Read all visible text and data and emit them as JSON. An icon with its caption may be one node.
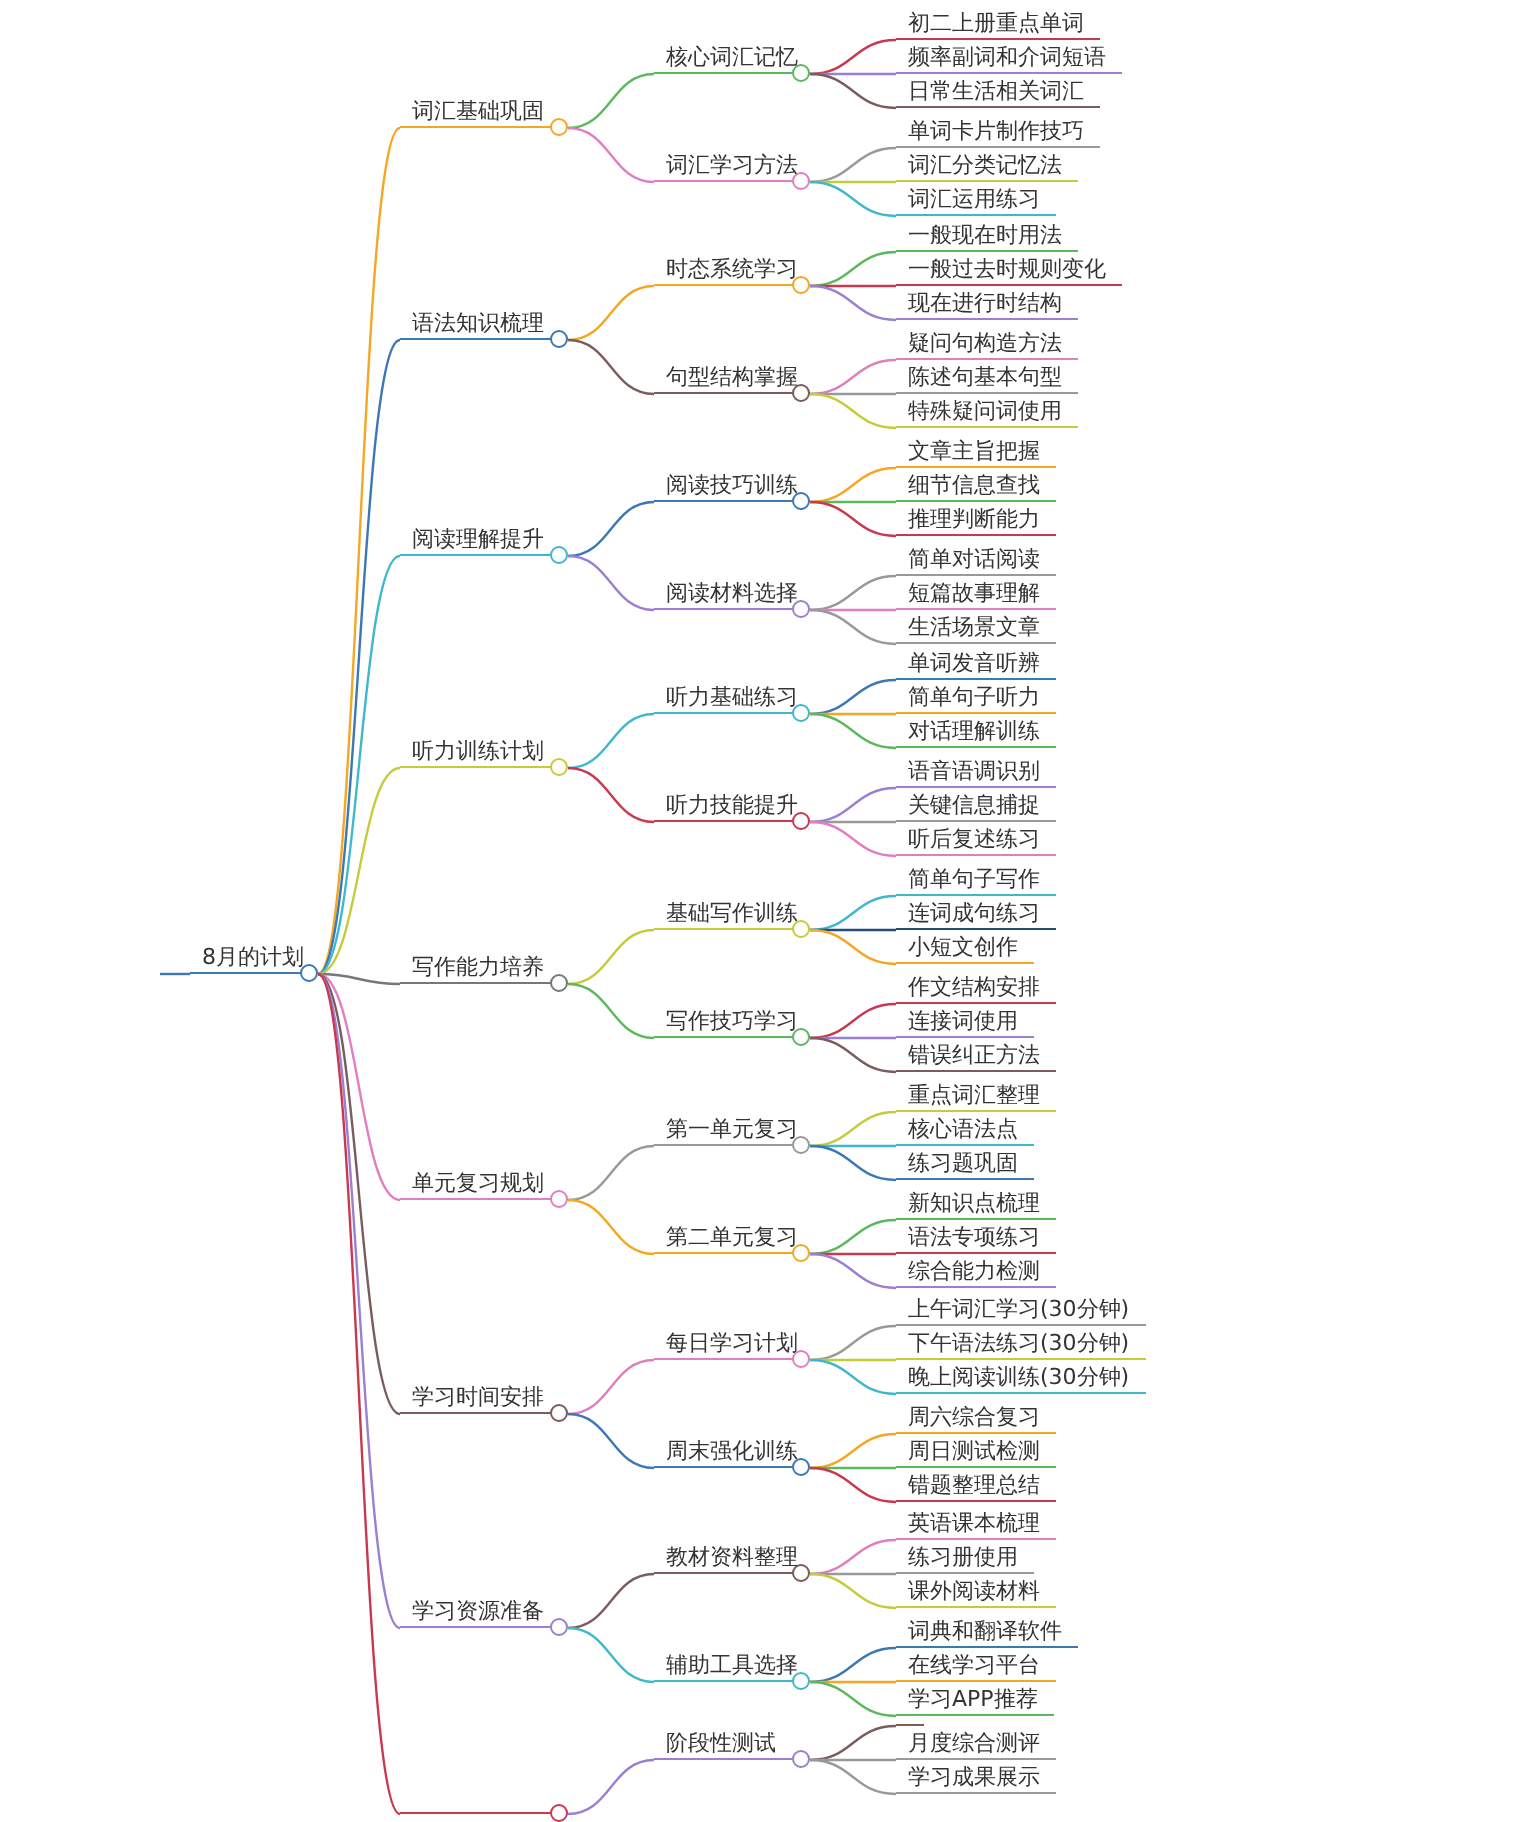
{
  "diagram": {
    "nodes": [
      {
        "text": [
          "8月的计划"
        ]
      },
      {
        "text": [
          "词汇基础巩固"
        ]
      },
      {
        "text": [
          "核心词汇记忆"
        ]
      },
      {
        "text": [
          "初二上册重点单词"
        ]
      },
      {
        "text": [
          "频率副词和介词短语"
        ]
      },
      {
        "text": [
          "日常生活相关词汇"
        ]
      },
      {
        "text": [
          "词汇学习方法"
        ]
      },
      {
        "text": [
          "单词卡片制作技巧"
        ]
      },
      {
        "text": [
          "词汇分类记忆法"
        ]
      },
      {
        "text": [
          "词汇运用练习"
        ]
      },
      {
        "text": [
          "语法知识梳理"
        ]
      },
      {
        "text": [
          "时态系统学习"
        ]
      },
      {
        "text": [
          "一般现在时用法"
        ]
      },
      {
        "text": [
          "一般过去时规则变化"
        ]
      },
      {
        "text": [
          "现在进行时结构"
        ]
      },
      {
        "text": [
          "句型结构掌握"
        ]
      },
      {
        "text": [
          "疑问句构造方法"
        ]
      },
      {
        "text": [
          "陈述句基本句型"
        ]
      },
      {
        "text": [
          "特殊疑问词使用"
        ]
      },
      {
        "text": [
          "阅读理解提升"
        ]
      },
      {
        "text": [
          "阅读技巧训练"
        ]
      },
      {
        "text": [
          "文章主旨把握"
        ]
      },
      {
        "text": [
          "细节信息查找"
        ]
      },
      {
        "text": [
          "推理判断能力"
        ]
      },
      {
        "text": [
          "阅读材料选择"
        ]
      },
      {
        "text": [
          "简单对话阅读"
        ]
      },
      {
        "text": [
          "短篇故事理解"
        ]
      },
      {
        "text": [
          "生活场景文章"
        ]
      },
      {
        "text": [
          "听力训练计划"
        ]
      },
      {
        "text": [
          "听力基础练习"
        ]
      },
      {
        "text": [
          "单词发音听辨"
        ]
      },
      {
        "text": [
          "简单句子听力"
        ]
      },
      {
        "text": [
          "对话理解训练"
        ]
      },
      {
        "text": [
          "听力技能提升"
        ]
      },
      {
        "text": [
          "语音语调识别"
        ]
      },
      {
        "text": [
          "关键信息捕捉"
        ]
      },
      {
        "text": [
          "听后复述练习"
        ]
      },
      {
        "text": [
          "写作能力培养"
        ]
      },
      {
        "text": [
          "基础写作训练"
        ]
      },
      {
        "text": [
          "简单句子写作"
        ]
      },
      {
        "text": [
          "连词成句练习"
        ]
      },
      {
        "text": [
          "小短文创作"
        ]
      },
      {
        "text": [
          "写作技巧学习"
        ]
      },
      {
        "text": [
          "作文结构安排"
        ]
      },
      {
        "text": [
          "连接词使用"
        ]
      },
      {
        "text": [
          "错误纠正方法"
        ]
      },
      {
        "text": [
          "单元复习规划"
        ]
      },
      {
        "text": [
          "第一单元复习"
        ]
      },
      {
        "text": [
          "重点词汇整理"
        ]
      },
      {
        "text": [
          "核心语法点"
        ]
      },
      {
        "text": [
          "练习题巩固"
        ]
      },
      {
        "text": [
          "第二单元复习"
        ]
      },
      {
        "text": [
          "新知识点梳理"
        ]
      },
      {
        "text": [
          "语法专项练习"
        ]
      },
      {
        "text": [
          "综合能力检测"
        ]
      },
      {
        "text": [
          "学习时间安排"
        ]
      },
      {
        "text": [
          "每日学习计划"
        ]
      },
      {
        "text": [
          "上午词汇学习(30分钟)"
        ]
      },
      {
        "text": [
          "下午语法练习(30分钟)"
        ]
      },
      {
        "text": [
          "晚上阅读训练(30分钟)"
        ]
      },
      {
        "text": [
          "周末强化训练"
        ]
      },
      {
        "text": [
          "周六综合复习"
        ]
      },
      {
        "text": [
          "周日测试检测"
        ]
      },
      {
        "text": [
          "错题整理总结"
        ]
      },
      {
        "text": [
          "学习资源准备"
        ]
      },
      {
        "text": [
          "教材资料整理"
        ]
      },
      {
        "text": [
          "英语课本梳理"
        ]
      },
      {
        "text": [
          "练习册使用"
        ]
      },
      {
        "text": [
          "课外阅读材料"
        ]
      },
      {
        "text": [
          "辅助工具选择"
        ]
      },
      {
        "text": [
          "词典和翻译软件"
        ]
      },
      {
        "text": [
          "在线学习平台"
        ]
      },
      {
        "text": [
          "学习APP推荐"
        ]
      },
      {
        "text": [],
        "shape": "bar"
      },
      {
        "text": [
          "阶段性测试"
        ]
      },
      {
        "text": [],
        "shape": "bar"
      },
      {
        "text": [
          "月度综合测评"
        ]
      },
      {
        "text": [
          "学习成果展示"
        ]
      }
    ],
    "edges": [
      {
        "from": 0,
        "to": 1,
        "arrow": "none",
        "color": "#f5a623"
      },
      {
        "from": 1,
        "to": 2,
        "arrow": "none",
        "color": "#5cb85c"
      },
      {
        "from": 2,
        "to": 3,
        "arrow": "none",
        "color": "#c9384e"
      },
      {
        "from": 2,
        "to": 4,
        "arrow": "none",
        "color": "#9b7fd0"
      },
      {
        "from": 2,
        "to": 5,
        "arrow": "none",
        "color": "#7a5c5c"
      },
      {
        "from": 1,
        "to": 6,
        "arrow": "none",
        "color": "#e07fbf"
      },
      {
        "from": 6,
        "to": 7,
        "arrow": "none",
        "color": "#999999"
      },
      {
        "from": 6,
        "to": 8,
        "arrow": "none",
        "color": "#c5cc3c"
      },
      {
        "from": 6,
        "to": 9,
        "arrow": "none",
        "color": "#3fb8cf"
      },
      {
        "from": 0,
        "to": 10,
        "arrow": "none",
        "color": "#3b78b5"
      },
      {
        "from": 10,
        "to": 11,
        "arrow": "none",
        "color": "#f5a623"
      },
      {
        "from": 11,
        "to": 12,
        "arrow": "none",
        "color": "#5cb85c"
      },
      {
        "from": 11,
        "to": 13,
        "arrow": "none",
        "color": "#c9384e"
      },
      {
        "from": 11,
        "to": 14,
        "arrow": "none",
        "color": "#9b7fd0"
      },
      {
        "from": 10,
        "to": 15,
        "arrow": "none",
        "color": "#7a5c5c"
      },
      {
        "from": 15,
        "to": 16,
        "arrow": "none",
        "color": "#e07fbf"
      },
      {
        "from": 15,
        "to": 17,
        "arrow": "none",
        "color": "#999999"
      },
      {
        "from": 15,
        "to": 18,
        "arrow": "none",
        "color": "#c5cc3c"
      },
      {
        "from": 0,
        "to": 19,
        "arrow": "none",
        "color": "#3fb8cf"
      },
      {
        "from": 19,
        "to": 20,
        "arrow": "none",
        "color": "#3b78b5"
      },
      {
        "from": 20,
        "to": 21,
        "arrow": "none",
        "color": "#f5a623"
      },
      {
        "from": 20,
        "to": 22,
        "arrow": "none",
        "color": "#5cb85c"
      },
      {
        "from": 20,
        "to": 23,
        "arrow": "none",
        "color": "#c9384e"
      },
      {
        "from": 19,
        "to": 24,
        "arrow": "none",
        "color": "#9b7fd0"
      },
      {
        "from": 24,
        "to": 25,
        "arrow": "none",
        "color": "#999999"
      },
      {
        "from": 24,
        "to": 26,
        "arrow": "none",
        "color": "#e07fbf"
      },
      {
        "from": 24,
        "to": 27,
        "arrow": "none",
        "color": "#999999"
      },
      {
        "from": 0,
        "to": 28,
        "arrow": "none",
        "color": "#c5cc3c"
      },
      {
        "from": 28,
        "to": 29,
        "arrow": "none",
        "color": "#3fb8cf"
      },
      {
        "from": 29,
        "to": 30,
        "arrow": "none",
        "color": "#3b78b5"
      },
      {
        "from": 29,
        "to": 31,
        "arrow": "none",
        "color": "#f5a623"
      },
      {
        "from": 29,
        "to": 32,
        "arrow": "none",
        "color": "#5cb85c"
      },
      {
        "from": 28,
        "to": 33,
        "arrow": "none",
        "color": "#c9384e"
      },
      {
        "from": 33,
        "to": 34,
        "arrow": "none",
        "color": "#9b7fd0"
      },
      {
        "from": 33,
        "to": 35,
        "arrow": "none",
        "color": "#999999"
      },
      {
        "from": 33,
        "to": 36,
        "arrow": "none",
        "color": "#e07fbf"
      },
      {
        "from": 0,
        "to": 37,
        "arrow": "none",
        "color": "#777777"
      },
      {
        "from": 37,
        "to": 38,
        "arrow": "none",
        "color": "#c5cc3c"
      },
      {
        "from": 38,
        "to": 39,
        "arrow": "none",
        "color": "#3fb8cf"
      },
      {
        "from": 38,
        "to": 40,
        "arrow": "none",
        "color": "#1f4e79"
      },
      {
        "from": 38,
        "to": 41,
        "arrow": "none",
        "color": "#f5a623"
      },
      {
        "from": 37,
        "to": 42,
        "arrow": "none",
        "color": "#5cb85c"
      },
      {
        "from": 42,
        "to": 43,
        "arrow": "none",
        "color": "#c9384e"
      },
      {
        "from": 42,
        "to": 44,
        "arrow": "none",
        "color": "#9b7fd0"
      },
      {
        "from": 42,
        "to": 45,
        "arrow": "none",
        "color": "#7a5c5c"
      },
      {
        "from": 0,
        "to": 46,
        "arrow": "none",
        "color": "#e07fbf"
      },
      {
        "from": 46,
        "to": 47,
        "arrow": "none",
        "color": "#999999"
      },
      {
        "from": 47,
        "to": 48,
        "arrow": "none",
        "color": "#c5cc3c"
      },
      {
        "from": 47,
        "to": 49,
        "arrow": "none",
        "color": "#3fb8cf"
      },
      {
        "from": 47,
        "to": 50,
        "arrow": "none",
        "color": "#3b78b5"
      },
      {
        "from": 46,
        "to": 51,
        "arrow": "none",
        "color": "#f5a623"
      },
      {
        "from": 51,
        "to": 52,
        "arrow": "none",
        "color": "#5cb85c"
      },
      {
        "from": 51,
        "to": 53,
        "arrow": "none",
        "color": "#c9384e"
      },
      {
        "from": 51,
        "to": 54,
        "arrow": "none",
        "color": "#9b7fd0"
      },
      {
        "from": 0,
        "to": 55,
        "arrow": "none",
        "color": "#7a5c5c"
      },
      {
        "from": 55,
        "to": 56,
        "arrow": "none",
        "color": "#e07fbf"
      },
      {
        "from": 56,
        "to": 57,
        "arrow": "none",
        "color": "#999999"
      },
      {
        "from": 56,
        "to": 58,
        "arrow": "none",
        "color": "#c5cc3c"
      },
      {
        "from": 56,
        "to": 59,
        "arrow": "none",
        "color": "#3fb8cf"
      },
      {
        "from": 55,
        "to": 60,
        "arrow": "none",
        "color": "#3b78b5"
      },
      {
        "from": 60,
        "to": 61,
        "arrow": "none",
        "color": "#f5a623"
      },
      {
        "from": 60,
        "to": 62,
        "arrow": "none",
        "color": "#5cb85c"
      },
      {
        "from": 60,
        "to": 63,
        "arrow": "none",
        "color": "#c9384e"
      },
      {
        "from": 0,
        "to": 64,
        "arrow": "none",
        "color": "#9b7fd0"
      },
      {
        "from": 64,
        "to": 65,
        "arrow": "none",
        "color": "#7a5c5c"
      },
      {
        "from": 65,
        "to": 66,
        "arrow": "none",
        "color": "#e07fbf"
      },
      {
        "from": 65,
        "to": 67,
        "arrow": "none",
        "color": "#999999"
      },
      {
        "from": 65,
        "to": 68,
        "arrow": "none",
        "color": "#c5cc3c"
      },
      {
        "from": 64,
        "to": 69,
        "arrow": "none",
        "color": "#3fb8cf"
      },
      {
        "from": 69,
        "to": 70,
        "arrow": "none",
        "color": "#3b78b5"
      },
      {
        "from": 69,
        "to": 71,
        "arrow": "none",
        "color": "#f5a623"
      },
      {
        "from": 69,
        "to": 72,
        "arrow": "none",
        "color": "#5cb85c"
      },
      {
        "from": 0,
        "to": 73,
        "arrow": "none",
        "color": "#c9384e"
      },
      {
        "from": 73,
        "to": 74,
        "arrow": "none",
        "color": "#9b7fd0"
      },
      {
        "from": 74,
        "to": 75,
        "arrow": "none",
        "color": "#7a5c5c"
      },
      {
        "from": 74,
        "to": 76,
        "arrow": "none",
        "color": "#999999"
      },
      {
        "from": 74,
        "to": 77,
        "arrow": "none",
        "color": "#999999"
      }
    ]
  }
}
